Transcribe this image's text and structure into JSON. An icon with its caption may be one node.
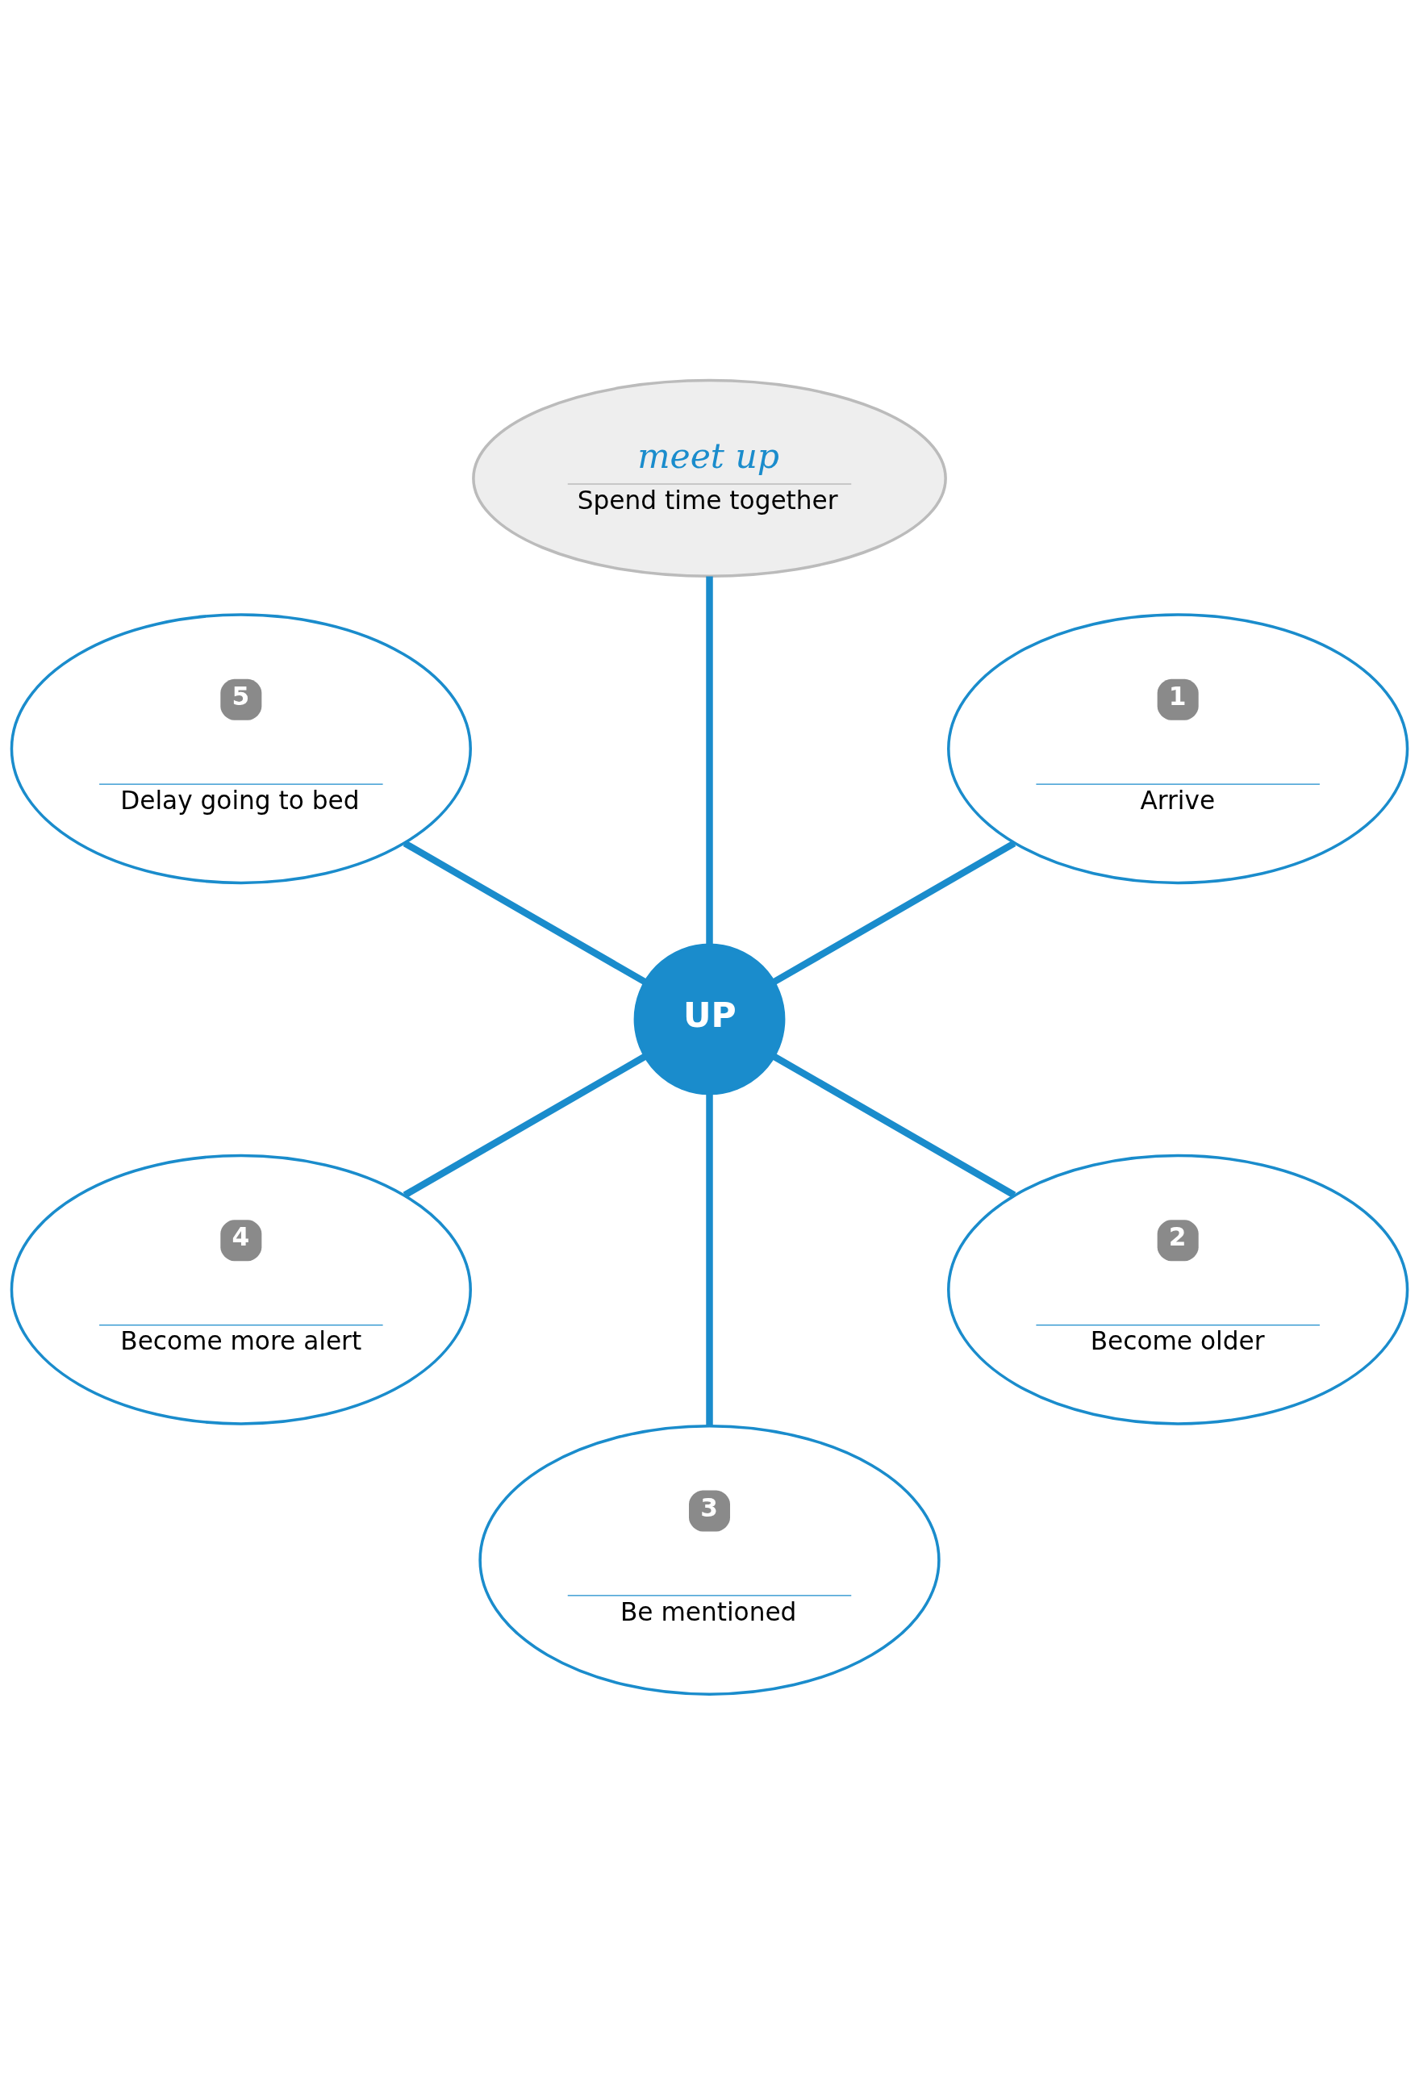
{
  "diagram": {
    "nodes": [
      {
        "text": [
          "meet up",
          "Spend time together"
        ]
      },
      {
        "text": [
          "5",
          "Delay going to bed"
        ]
      },
      {
        "text": [
          "1",
          "Arrive"
        ]
      },
      {
        "text": [
          "UP"
        ]
      },
      {
        "text": [
          "4",
          "Become more alert"
        ]
      },
      {
        "text": [
          "2",
          "Become older"
        ]
      },
      {
        "text": [
          "3",
          "Be mentioned"
        ]
      }
    ],
    "edges": [
      {
        "from": 3,
        "to": 0,
        "arrow": "none"
      },
      {
        "from": 3,
        "to": 2,
        "arrow": "none"
      },
      {
        "from": 3,
        "to": 5,
        "arrow": "none"
      },
      {
        "from": 3,
        "to": 6,
        "arrow": "none"
      },
      {
        "from": 3,
        "to": 4,
        "arrow": "none"
      },
      {
        "from": 3,
        "to": 1,
        "arrow": "none"
      }
    ]
  }
}
